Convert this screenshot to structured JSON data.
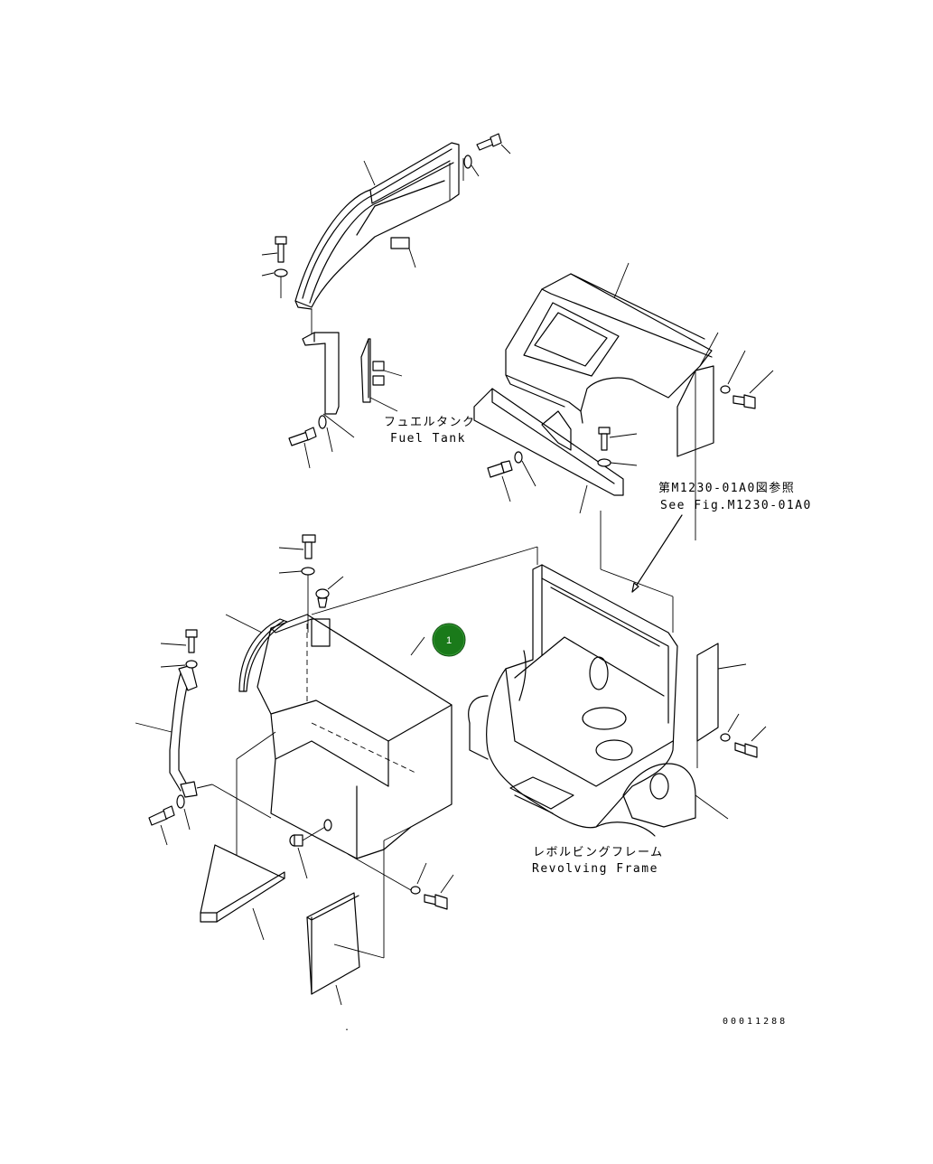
{
  "callouts": {
    "fuel_tank_jp": "フュエルタンク",
    "fuel_tank_en": "Fuel Tank",
    "see_fig_jp": "第M1230-01A0図参照",
    "see_fig_en": "See Fig.M1230-01A0",
    "revolving_frame_jp": "レボルビングフレーム",
    "revolving_frame_en": "Revolving Frame"
  },
  "marker": {
    "label": "1",
    "color": "#1a7a1a"
  },
  "drawing_code": "00011288"
}
